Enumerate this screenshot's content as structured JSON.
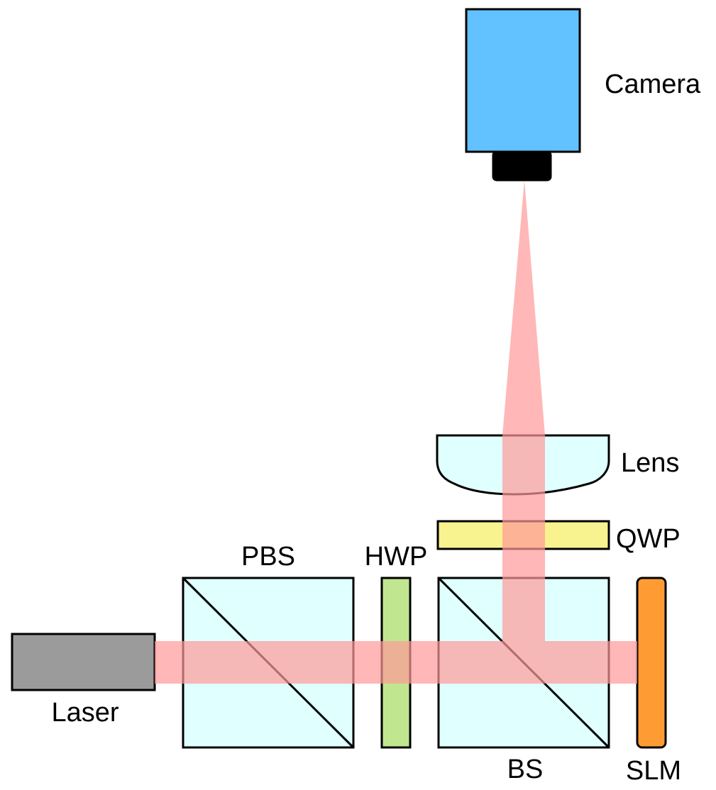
{
  "diagram": {
    "labels": {
      "camera": "Camera",
      "lens": "Lens",
      "qwp": "QWP",
      "pbs": "PBS",
      "hwp": "HWP",
      "laser": "Laser",
      "bs": "BS",
      "slm": "SLM"
    },
    "colors": {
      "beam": "#ff9999",
      "camera_body": "#61c2ff",
      "camera_lens": "#000000",
      "cube_fill": "#e0ffff",
      "lens_fill": "#e0ffff",
      "qwp_fill": "#f9f38f",
      "hwp_fill": "#c0e68f",
      "slm_fill": "#ff9b33",
      "laser_fill": "#9b9b9b",
      "stroke": "#000000"
    }
  }
}
